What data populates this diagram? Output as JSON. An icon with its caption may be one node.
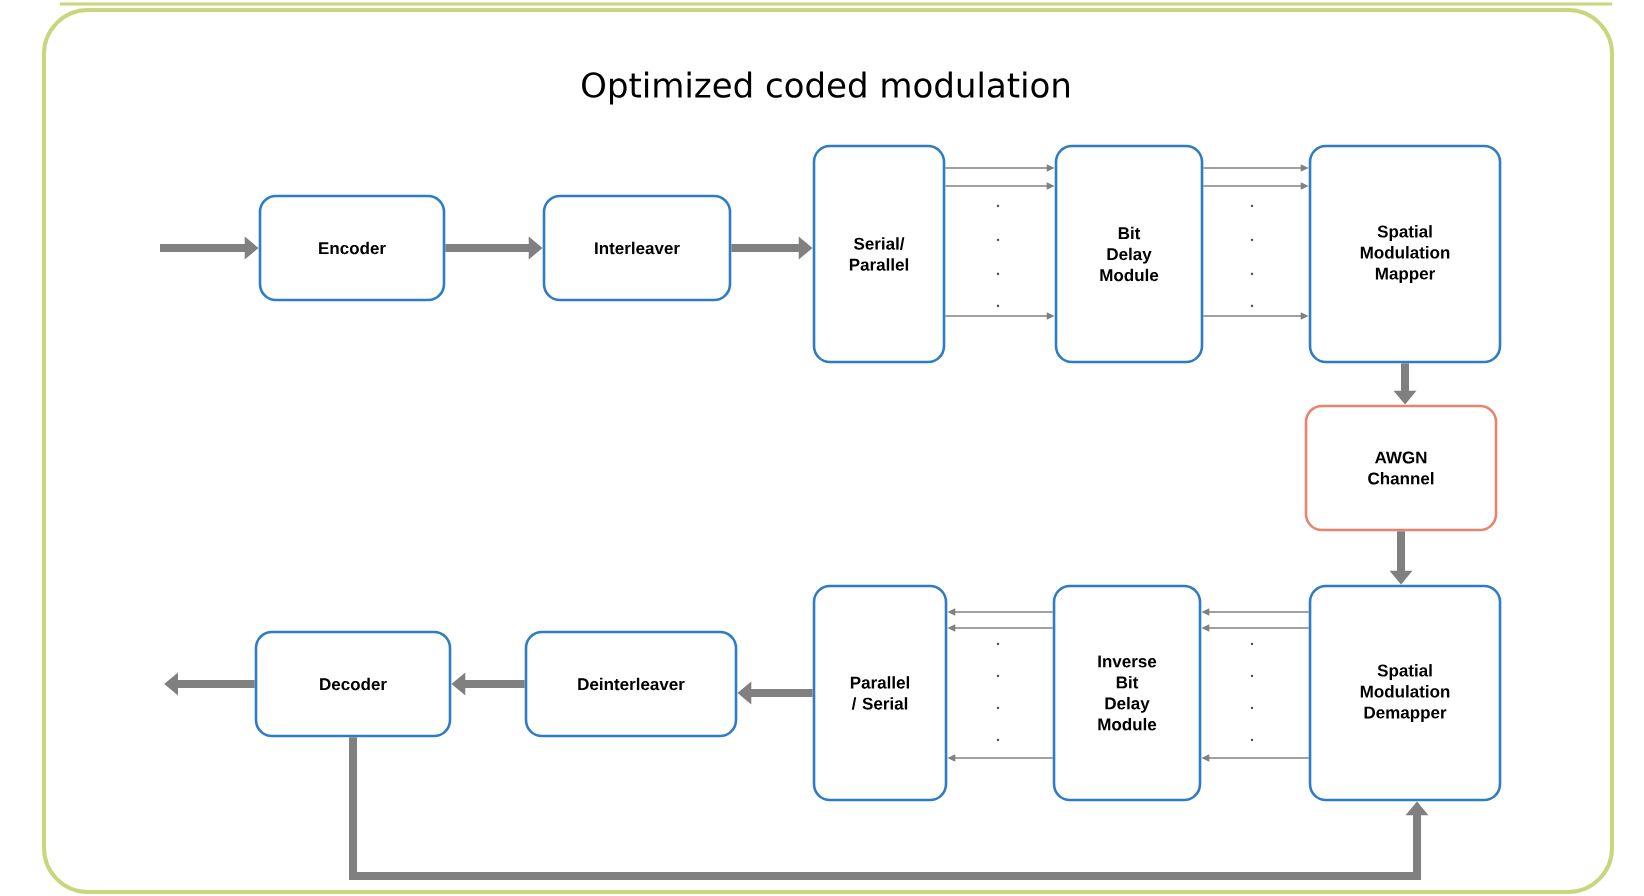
{
  "diagram": {
    "title": "Optimized coded modulation",
    "nodes": [
      {
        "text": [
          "Encoder"
        ]
      },
      {
        "text": [
          "Interleaver"
        ]
      },
      {
        "text": [
          "Serial/ Parallel"
        ]
      },
      {
        "text": [
          "Bit Delay Module"
        ]
      },
      {
        "text": [
          "Spatial Modulation Mapper"
        ]
      },
      {
        "text": [
          "AWGN Channel"
        ]
      },
      {
        "text": [
          "Spatial Modulation Demapper"
        ]
      },
      {
        "text": [
          "Inverse Bit Delay Module"
        ]
      },
      {
        "text": [
          "Parallel / Serial"
        ]
      },
      {
        "text": [
          "Deinterleaver"
        ]
      },
      {
        "text": [
          "Decoder"
        ]
      }
    ],
    "edges": [
      {
        "from": null,
        "to": 0,
        "arrow": "to",
        "style": "thick"
      },
      {
        "from": 0,
        "to": 1,
        "arrow": "to",
        "style": "thick"
      },
      {
        "from": 1,
        "to": 2,
        "arrow": "to",
        "style": "thick"
      },
      {
        "from": 2,
        "to": 3,
        "arrow": "to"
      },
      {
        "from": 2,
        "to": 3,
        "arrow": "to"
      },
      {
        "from": 2,
        "to": 3,
        "arrow": "to"
      },
      {
        "from": 3,
        "to": 4,
        "arrow": "to"
      },
      {
        "from": 3,
        "to": 4,
        "arrow": "to"
      },
      {
        "from": 3,
        "to": 4,
        "arrow": "to"
      },
      {
        "from": 4,
        "to": 5,
        "arrow": "to",
        "style": "thick"
      },
      {
        "from": 5,
        "to": 6,
        "arrow": "to",
        "style": "thick"
      },
      {
        "from": 6,
        "to": 7,
        "arrow": "to"
      },
      {
        "from": 6,
        "to": 7,
        "arrow": "to"
      },
      {
        "from": 6,
        "to": 7,
        "arrow": "to"
      },
      {
        "from": 7,
        "to": 8,
        "arrow": "to"
      },
      {
        "from": 7,
        "to": 8,
        "arrow": "to"
      },
      {
        "from": 7,
        "to": 8,
        "arrow": "to"
      },
      {
        "from": 8,
        "to": 9,
        "arrow": "to",
        "style": "thick"
      },
      {
        "from": 9,
        "to": 10,
        "arrow": "to",
        "style": "thick"
      },
      {
        "from": 10,
        "to": null,
        "arrow": "to",
        "style": "thick"
      },
      {
        "from": 10,
        "to": 6,
        "arrow": "to",
        "style": "thick"
      }
    ]
  }
}
